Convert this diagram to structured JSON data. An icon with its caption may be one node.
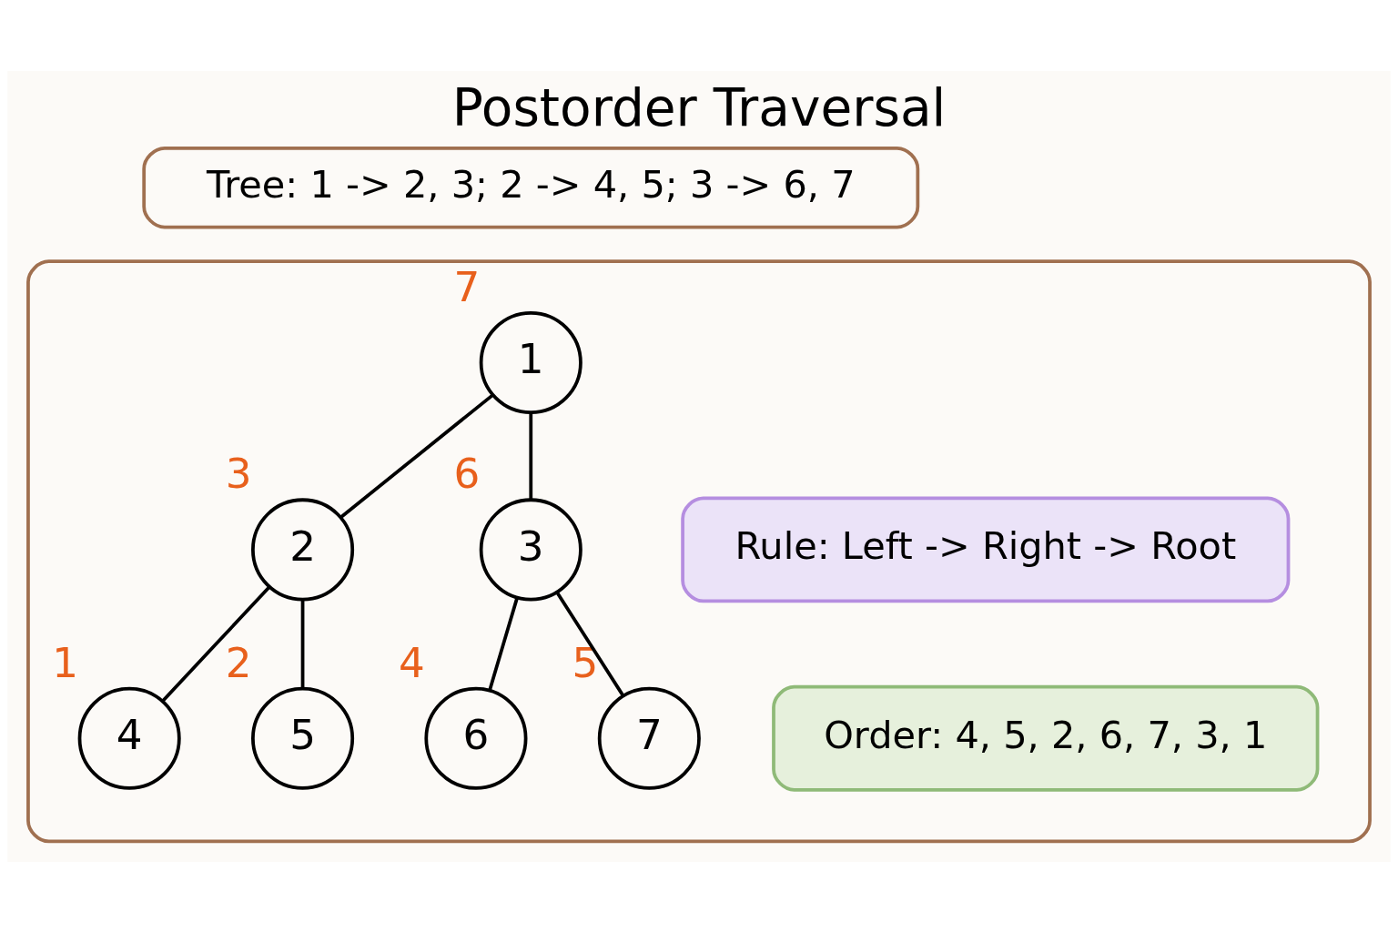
{
  "diagram": {
    "title": "Postorder Traversal",
    "nodes": [
      {
        "text": [
          "Tree: 1 -> 2, 3; 2 -> 4, 5; 3 -> 6, 7"
        ]
      },
      {
        "text": [],
        "shape": "box"
      },
      {
        "text": [
          "1"
        ],
        "in": 1,
        "beside": [
          "7"
        ]
      },
      {
        "text": [
          "2"
        ],
        "in": 1,
        "beside": [
          "3"
        ]
      },
      {
        "text": [
          "3"
        ],
        "in": 1,
        "beside": [
          "6"
        ]
      },
      {
        "text": [
          "4"
        ],
        "in": 1,
        "beside": [
          "1"
        ]
      },
      {
        "text": [
          "5"
        ],
        "in": 1,
        "beside": [
          "2"
        ]
      },
      {
        "text": [
          "6"
        ],
        "in": 1,
        "beside": [
          "4"
        ]
      },
      {
        "text": [
          "7"
        ],
        "in": 1,
        "beside": [
          "5"
        ]
      },
      {
        "text": [
          "Rule: Left -> Right -> Root"
        ],
        "in": 1
      },
      {
        "text": [
          "Order: 4, 5, 2, 6, 7, 3, 1"
        ],
        "in": 1
      }
    ],
    "edges": [
      {
        "from": 2,
        "to": 3,
        "arrow": "none"
      },
      {
        "from": 2,
        "to": 4,
        "arrow": "none"
      },
      {
        "from": 3,
        "to": 5,
        "arrow": "none"
      },
      {
        "from": 3,
        "to": 6,
        "arrow": "none"
      },
      {
        "from": 4,
        "to": 7,
        "arrow": "none"
      },
      {
        "from": 4,
        "to": 8,
        "arrow": "none"
      }
    ]
  }
}
